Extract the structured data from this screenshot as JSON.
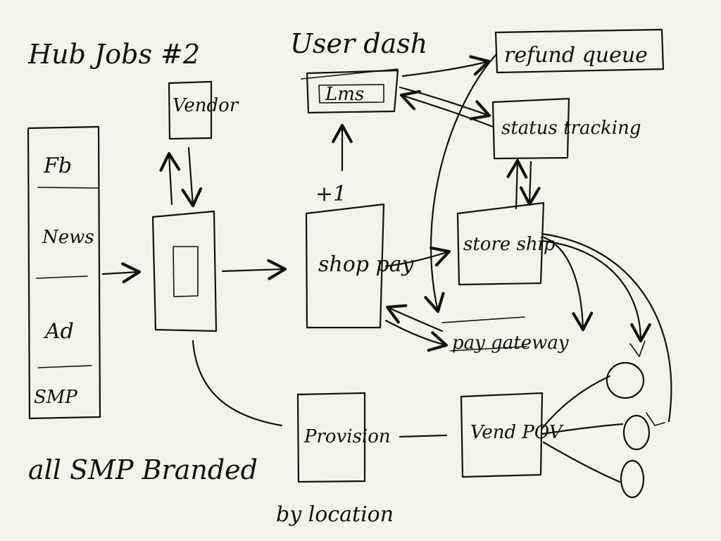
{
  "page": {
    "background": "#f3f2ee",
    "ink": "#111111"
  },
  "labels": {
    "title": "Hub Jobs #2",
    "footnote": "all SMP Branded",
    "fb": "Fb",
    "news": "News",
    "ad": "Ad",
    "smp": "SMP",
    "vendor": "Vendor",
    "user_dash": "User dash",
    "user_dash_box": "Lms",
    "refund": "refund queue",
    "status_tracking": "status tracking",
    "plus_one": "+1",
    "shop_pay": "shop pay",
    "store_ship": "store ship",
    "pay_gateway": "pay gateway",
    "provision": "Provision",
    "provision_note": "by location",
    "vendor_pov": "Vend POV"
  }
}
